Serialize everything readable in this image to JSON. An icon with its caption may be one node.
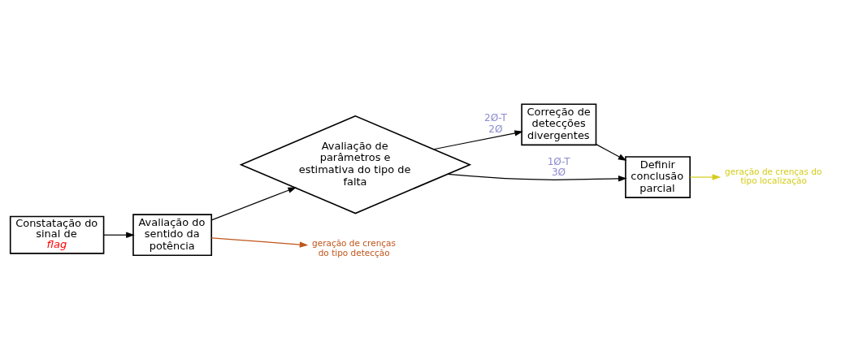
{
  "diagram": {
    "nodes": [
      {
        "text": [
          "Constatação do sinal de *flag*"
        ]
      },
      {
        "text": [
          "Avaliação do sentido da potência"
        ]
      },
      {
        "text": [
          "Avaliação de parâmetros e estimativa do tipo de falta"
        ]
      },
      {
        "text": [
          "Correção de detecções divergentes"
        ]
      },
      {
        "text": [
          "Definir conclusão parcial"
        ]
      },
      {
        "text": [
          "geração de crenças do tipo detecção"
        ]
      },
      {
        "text": [
          "geração de crenças do tipo localização"
        ]
      }
    ],
    "edges": [
      {
        "from": 0,
        "to": 1,
        "arrow": "to"
      },
      {
        "from": 1,
        "to": 2,
        "arrow": "to"
      },
      {
        "from": 2,
        "to": 3,
        "arrow": "to",
        "label": "2Ø-T 2Ø"
      },
      {
        "from": 2,
        "to": 4,
        "arrow": "to",
        "label": "1Ø-T 3Ø"
      },
      {
        "from": 3,
        "to": 4,
        "arrow": "to"
      },
      {
        "from": 1,
        "to": 5,
        "arrow": "to",
        "color": "#c0561b"
      },
      {
        "from": 4,
        "to": 6,
        "arrow": "to",
        "color": "#d4cc1a"
      }
    ]
  }
}
